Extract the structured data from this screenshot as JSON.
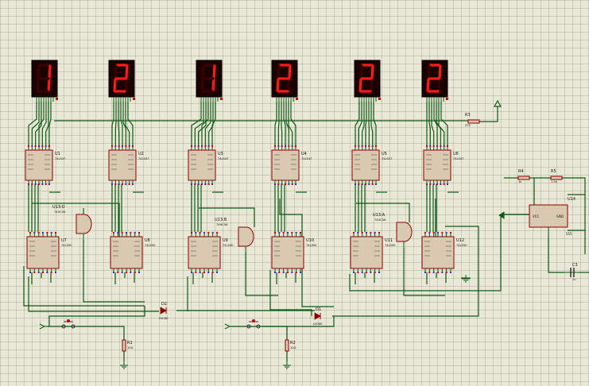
{
  "display": {
    "digits": [
      "1",
      "2",
      "1",
      "2",
      "2",
      "2"
    ],
    "segment_on_color": "#ff1a1a",
    "segment_off_color": "#3a0000",
    "body_color": "#1b0000"
  },
  "colors": {
    "wire": "#0d5a16",
    "chip_fill": "#d9c9b0",
    "chip_border": "#8b0000",
    "label": "#111111",
    "pin_red": "#cc0000",
    "pin_blue": "#2233cc",
    "background": "#e9e8d6"
  },
  "decoders": [
    {
      "ref": "U1",
      "part": "74LS47"
    },
    {
      "ref": "U2",
      "part": "74LS47"
    },
    {
      "ref": "U3",
      "part": "74LS47"
    },
    {
      "ref": "U4",
      "part": "74LS47"
    },
    {
      "ref": "U5",
      "part": "74LS47"
    },
    {
      "ref": "U6",
      "part": "74LS47"
    }
  ],
  "counters": [
    {
      "ref": "U7",
      "part": "74LS90"
    },
    {
      "ref": "U8",
      "part": "74LS90"
    },
    {
      "ref": "U9",
      "part": "74LS90"
    },
    {
      "ref": "U10",
      "part": "74LS90"
    },
    {
      "ref": "U11",
      "part": "74LS90"
    },
    {
      "ref": "U12",
      "part": "74LS90"
    }
  ],
  "gates": [
    {
      "ref": "U13:D",
      "part": "74HC08"
    },
    {
      "ref": "U13:B",
      "part": "74HC08"
    },
    {
      "ref": "U13:A",
      "part": "74HC08"
    }
  ],
  "resistors": [
    {
      "ref": "R1",
      "value": "10Ω"
    },
    {
      "ref": "R2",
      "value": "10Ω"
    },
    {
      "ref": "R3",
      "value": "470"
    },
    {
      "ref": "R4",
      "value": "1k"
    },
    {
      "ref": "R5",
      "value": "1.5k"
    }
  ],
  "diodes": [
    {
      "ref": "D1",
      "part": "DIODE"
    },
    {
      "ref": "D2",
      "part": "DIODE"
    }
  ],
  "capacitor": {
    "ref": "C3",
    "value": "1u"
  },
  "timer": {
    "ref": "U14",
    "pins": [
      "VCC",
      "GND",
      "555"
    ]
  }
}
